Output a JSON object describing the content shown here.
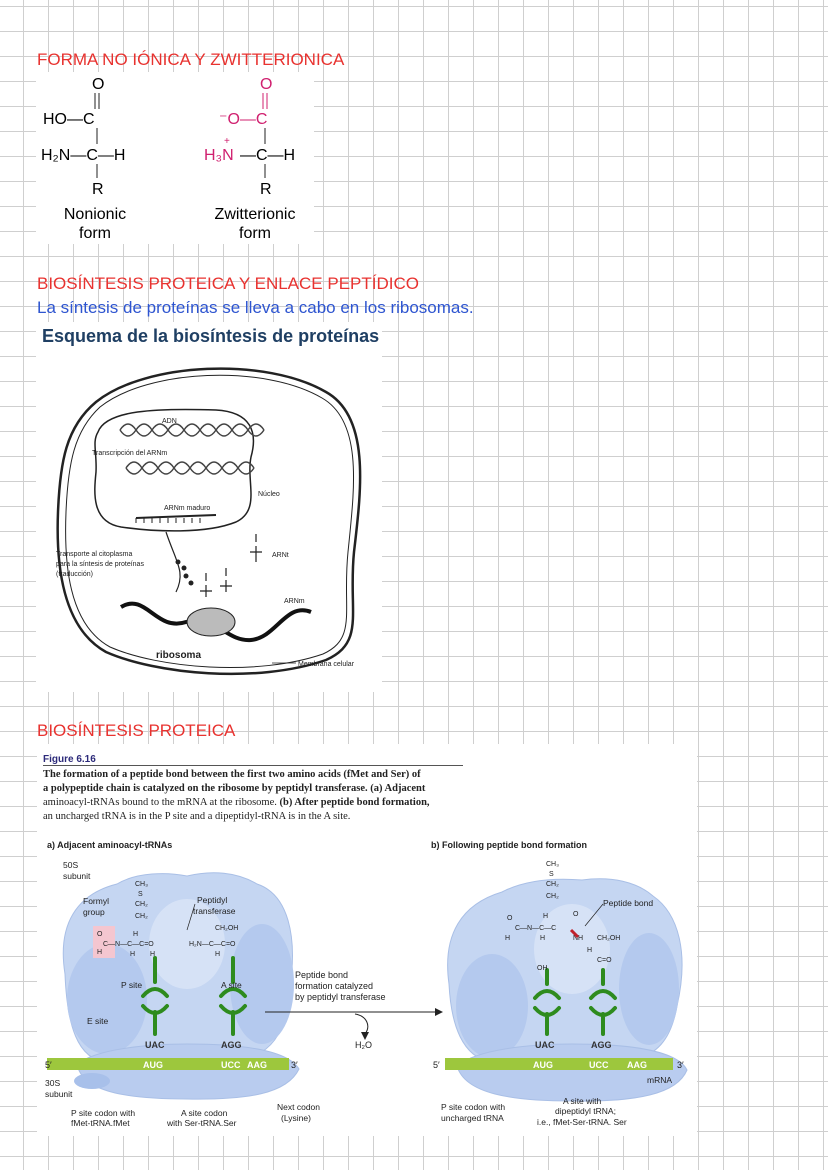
{
  "section1": {
    "heading": "FORMA NO IÓNICA Y ZWITTERIONICA",
    "nonionic": {
      "o": "O",
      "row1": "HO—C",
      "row2": "H₂N—C—H",
      "r": "R",
      "label1": "Nonionic",
      "label2": "form"
    },
    "zwitterionic": {
      "o": "O",
      "row1": "⁻O—C",
      "row2_red": "H₃N",
      "row2_rest": "—C—H",
      "plus": "+",
      "r": "R",
      "label1": "Zwitterionic",
      "label2": "form"
    }
  },
  "section2": {
    "heading": "BIOSÍNTESIS PROTEICA Y ENLACE PEPTÍDICO",
    "subtitle": "La síntesis de proteínas se lleva a cabo en los ribosomas.",
    "diagram_title": "Esquema de la biosíntesis de proteínas",
    "labels": {
      "adn": "ADN",
      "transcripcion": "Transcripción del ARNm",
      "nucleo": "Núcleo",
      "arnm_maduro": "ARNm maduro",
      "arnt": "ARNt",
      "transporte1": "Transporte al citoplasma",
      "transporte2": "para la síntesis de proteínas",
      "transporte3": "(traducción)",
      "arnm": "ARNm",
      "ribosoma": "ribosoma",
      "membrana": "Membrana celular"
    }
  },
  "section3": {
    "heading": "BIOSÍNTESIS PROTEICA",
    "figure_number": "Figure 6.16",
    "caption_bold1": "The formation of a peptide bond between the first two amino acids (fMet and Ser) of",
    "caption_bold2": "a polypeptide chain is catalyzed on the ribosome by peptidyl transferase.",
    "caption_a": "(a) Adjacent",
    "caption_line3": "aminoacyl-tRNAs bound to the mRNA at the ribosome.",
    "caption_b": "(b) After peptide bond formation,",
    "caption_line4": "an uncharged tRNA is in the P site and a dipeptidyl-tRNA is in the A site.",
    "panel_a": {
      "title": "a) Adjacent aminoacyl-tRNAs",
      "s50_1": "50S",
      "s50_2": "subunit",
      "formyl1": "Formyl",
      "formyl2": "group",
      "peptidyl1": "Peptidyl",
      "peptidyl2": "transferase",
      "p_site": "P site",
      "a_site": "A site",
      "e_site": "E site",
      "anti1": "UAC",
      "anti2": "AGG",
      "cod1": "AUG",
      "cod2": "UCC",
      "cod3": "AAG",
      "five": "5′",
      "three": "3′",
      "s30_1": "30S",
      "s30_2": "subunit",
      "p_codon1": "P site codon with",
      "p_codon2": "fMet-tRNA.fMet",
      "a_codon1": "A site codon",
      "a_codon2": "with Ser-tRNA.Ser",
      "next1": "Next codon",
      "next2": "(Lysine)"
    },
    "arrow": {
      "line1": "Peptide bond",
      "line2": "formation catalyzed",
      "line3": "by peptidyl transferase",
      "water": "H₂O"
    },
    "panel_b": {
      "title": "b) Following peptide bond formation",
      "peptide_bond": "Peptide bond",
      "anti1": "UAC",
      "anti2": "AGG",
      "cod1": "AUG",
      "cod2": "UCC",
      "cod3": "AAG",
      "five": "5′",
      "three": "3′",
      "mrna": "mRNA",
      "p_codon1": "P site codon with",
      "p_codon2": "uncharged tRNA",
      "a_codon1": "A site with",
      "a_codon2": "dipeptidyl tRNA;",
      "a_codon3": "i.e., fMet-Ser-tRNA. Ser"
    }
  },
  "colors": {
    "heading_red": "#e8322f",
    "subtitle_blue": "#2e55d0",
    "ribosome_blue": "#bcd0f0",
    "trna_green": "#2e8b1e",
    "mrna_green": "#9dc73d",
    "zwitter_magenta": "#d0206f"
  }
}
